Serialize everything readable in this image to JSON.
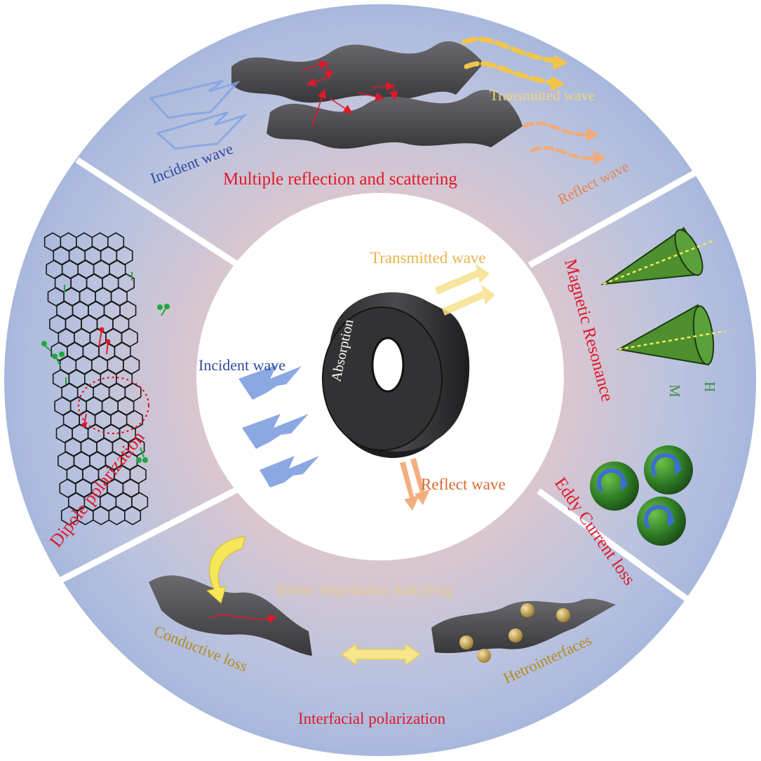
{
  "center": {
    "ring_label": "Absorption",
    "incident": "Incident wave",
    "transmitted": "Transmitted wave",
    "reflect": "Reflect wave"
  },
  "sections": {
    "top": {
      "title": "Multiple reflection and scattering",
      "incident": "Incident wave",
      "transmitted": "Transmitted wave",
      "reflect": "Reflect wave"
    },
    "right_upper": {
      "title": "Magnetic Resonance",
      "label_m": "M",
      "label_h": "H"
    },
    "right_lower": {
      "title": "Eddy Current loss"
    },
    "bottom": {
      "title": "Interfacial polarization",
      "impedance": "Better impedance matching",
      "conductive": "Conductive loss",
      "hetero": "Hetrointerfaces"
    },
    "left": {
      "title": "Dipole polarization"
    }
  },
  "colors": {
    "outer_ring": "#a9b9dc",
    "warm_center": "#e2c8c2",
    "divider": "#ffffff",
    "title_red": "#e0182a",
    "blue_text": "#2f4aa0",
    "yellow_text": "#e8c56a",
    "orange_text": "#e8824a",
    "gold_text": "#b58a1e",
    "green_text": "#3f8a3f",
    "sheet_dark": "#4a4a4d",
    "cone_green": "#4e8f2e",
    "sphere_green": "#2f7d26",
    "arrow_blue": "#7f9fe0"
  }
}
